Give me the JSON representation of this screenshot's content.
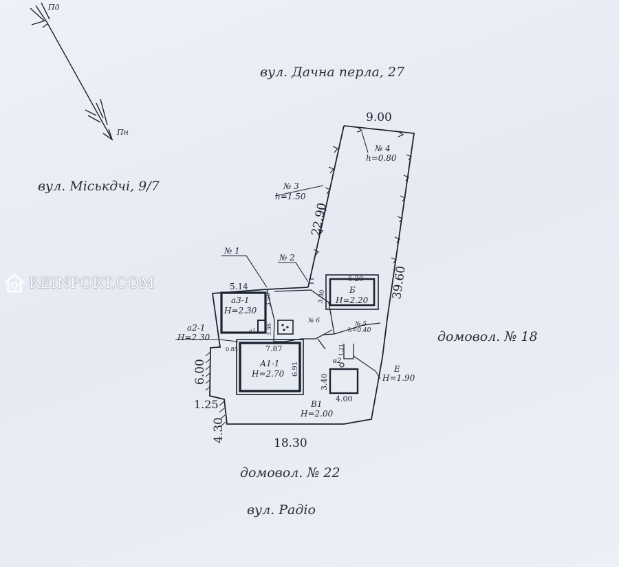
{
  "compass": {
    "north_label": "Пн",
    "south_label": "Пд"
  },
  "streets": {
    "top": "вул. Дачна перлa, 27",
    "left": "вул. Міськдчі, 9/7",
    "right": "домовол. № 18",
    "bottom_neighbor": "домовол. № 22",
    "bottom": "вул. Радіо"
  },
  "dimensions": {
    "top_width": "9.00",
    "left_upper": "22.90",
    "right_side": "39.60",
    "bottom_width": "18.30",
    "left_600": "6.00",
    "left_125": "1.25",
    "left_430": "4.30",
    "a3_width": "5.14",
    "a3_height": "3.50",
    "a1_width": "7.87",
    "a1_height": "6.91",
    "small_336": "3.36",
    "small_085": "0.85",
    "small_330": "3.30",
    "b_width": "6.20",
    "v1_height": "3.40",
    "v1_width": "4.00",
    "e_width": "1.21"
  },
  "buildings": {
    "a3": {
      "name": "а3-1",
      "h": "H=2.30"
    },
    "a2": {
      "name": "а2-1",
      "h": "H=2.30"
    },
    "a1": {
      "name": "А1-1",
      "h": "H=2.70"
    },
    "b": {
      "name": "Б",
      "h": "H=2.20"
    },
    "v1": {
      "name": "В1",
      "h": "H=2.00"
    },
    "e": {
      "name": "Е",
      "h": "H=1.90"
    },
    "v2": {
      "name": "в2"
    },
    "a": {
      "name": "а1"
    }
  },
  "fences": {
    "n1": "№ 1",
    "n2": "№ 2",
    "n3": "№ 3",
    "n3_h": "h=1.50",
    "n4": "№ 4",
    "n4_h": "h=0.80",
    "n5": "№ 5",
    "n5_h": "h=0.40",
    "n6": "№ 6"
  },
  "watermark": {
    "text": "REINPORT.COM"
  },
  "colors": {
    "ink": "#1d2230",
    "paper": "#e9edf4"
  }
}
